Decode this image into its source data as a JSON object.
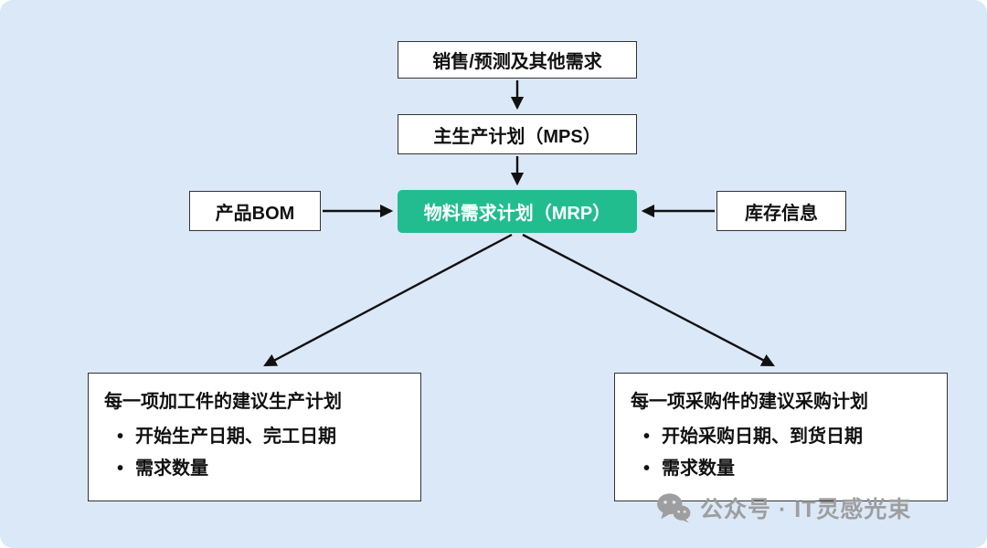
{
  "colors": {
    "background": "#dbe8f7",
    "box_border": "#333333",
    "accent_green": "#22bd8e",
    "arrow": "#111111",
    "watermark_gray": "#9e9e9e"
  },
  "diagram": {
    "nodes": {
      "sales_forecast": {
        "label": "销售/预测及其他需求"
      },
      "mps": {
        "label": "主生产计划（MPS）"
      },
      "mrp": {
        "label": "物料需求计划（MRP）"
      },
      "product_bom": {
        "label": "产品BOM"
      },
      "inventory": {
        "label": "库存信息"
      },
      "production_plan": {
        "title": "每一项加工件的建议生产计划",
        "bullets": [
          "开始生产日期、完工日期",
          "需求数量"
        ]
      },
      "purchase_plan": {
        "title": "每一项采购件的建议采购计划",
        "bullets": [
          "开始采购日期、到货日期",
          "需求数量"
        ]
      }
    },
    "edges": [
      "sales_forecast -> mps",
      "mps -> mrp",
      "product_bom -> mrp",
      "inventory -> mrp",
      "mrp -> production_plan",
      "mrp -> purchase_plan"
    ]
  },
  "watermark": {
    "text": "公众号 · IT灵感光束"
  }
}
